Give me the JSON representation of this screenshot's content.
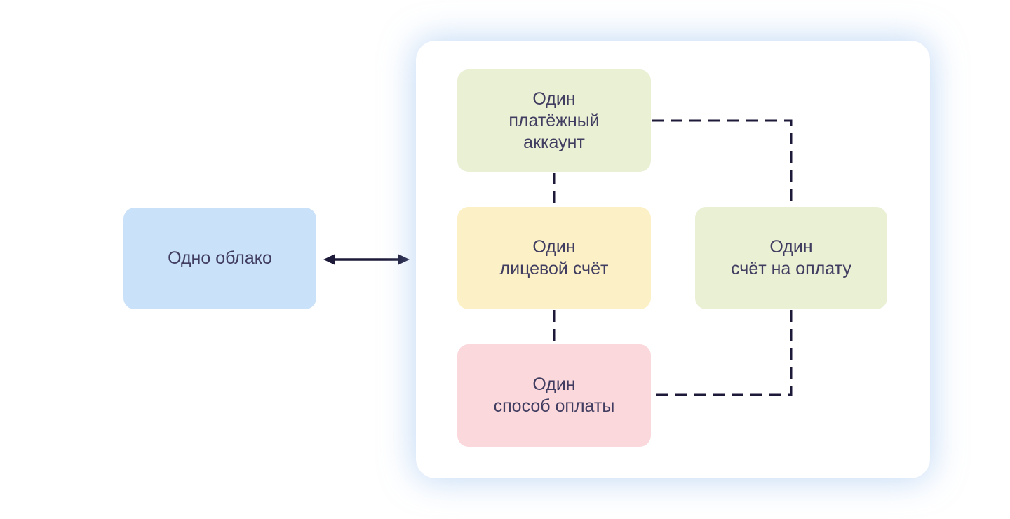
{
  "diagram": {
    "cloud": {
      "label": "Одно облако"
    },
    "panel": {
      "nodes": {
        "payment_account": {
          "label": "Один\nплатёжный\nаккаунт"
        },
        "personal_account": {
          "label": "Один\nлицевой счёт"
        },
        "invoice": {
          "label": "Один\nсчёт на оплату"
        },
        "payment_method": {
          "label": "Один\nспособ оплаты"
        }
      }
    },
    "relations": [
      "payment_account — personal_account",
      "payment_account — invoice",
      "personal_account — payment_method",
      "payment_method — invoice",
      "cloud — panel (double arrow)"
    ],
    "colors": {
      "cloud_bg": "#C9E1F9",
      "green_bg": "#E9F0D4",
      "yellow_bg": "#FCF1C6",
      "pink_bg": "#FBD8DB",
      "text": "#413D61",
      "line": "#1D1A39",
      "panel_bg": "#FFFFFF",
      "panel_glow": "#DDEAF9",
      "page_bg": "#FFFFFF"
    }
  }
}
